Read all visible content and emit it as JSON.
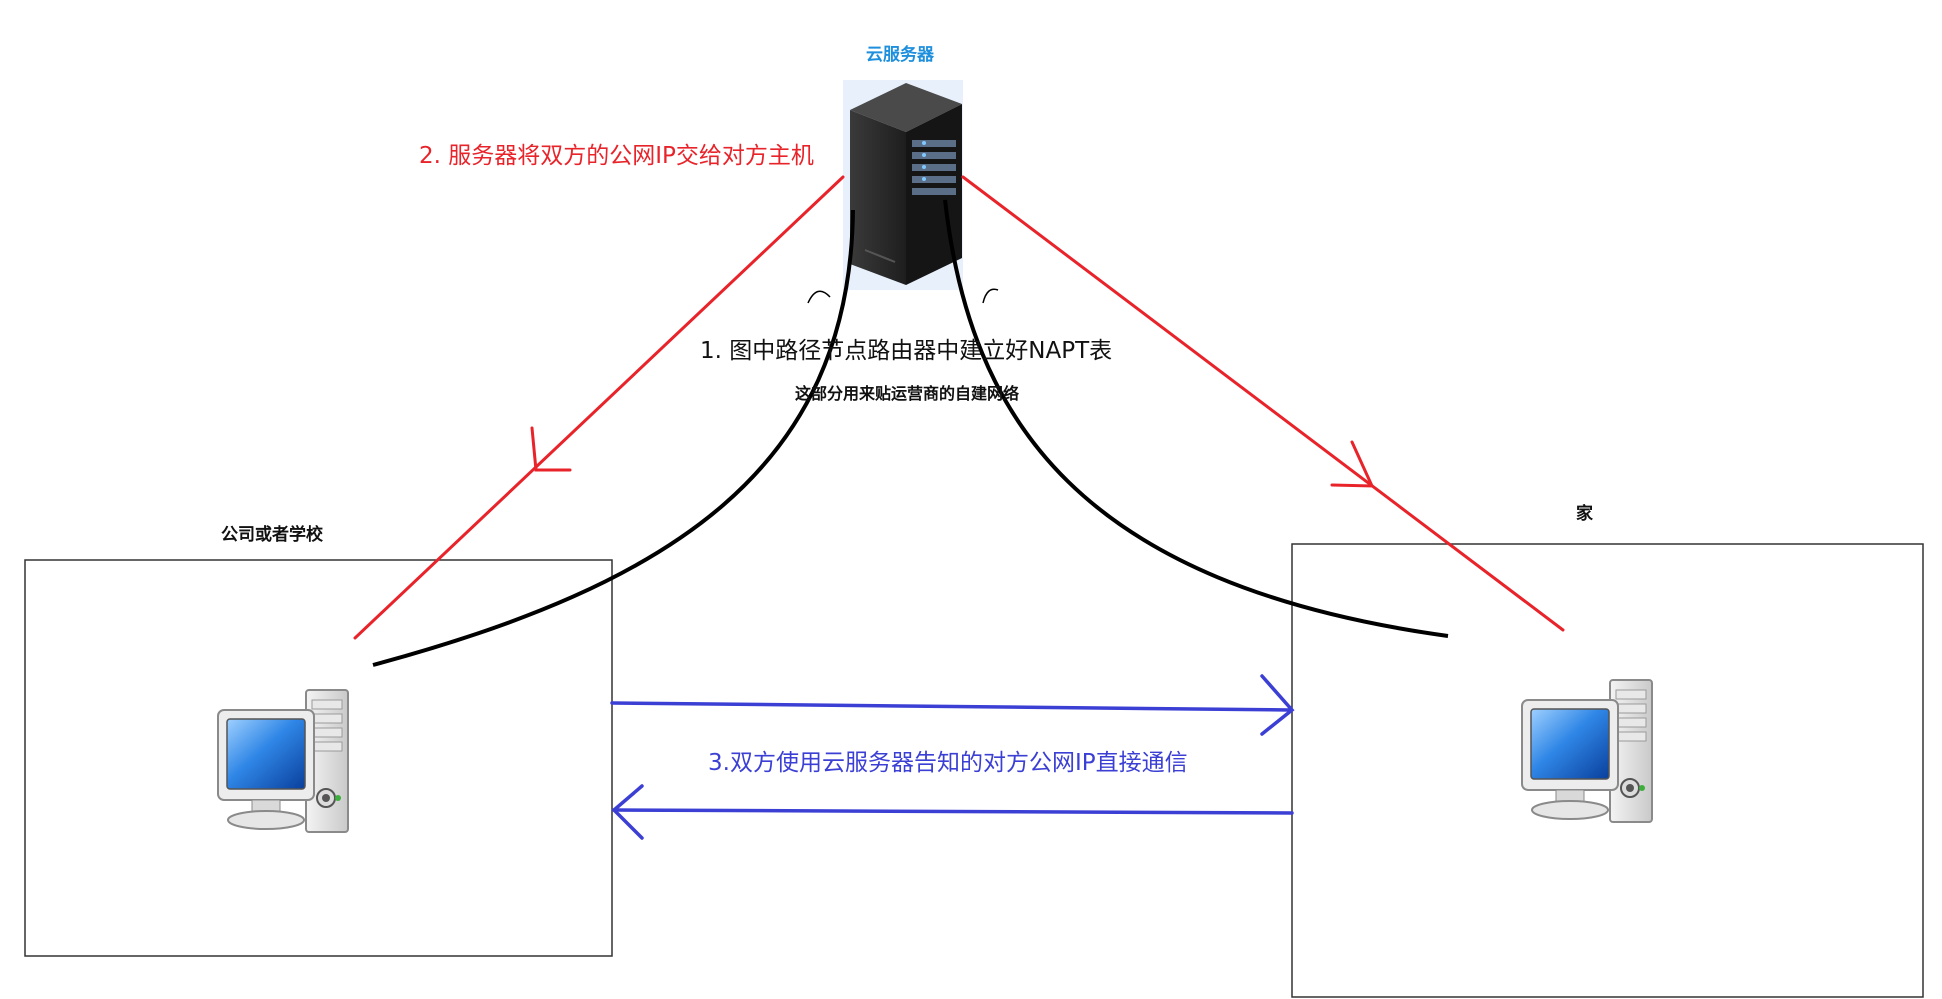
{
  "labels": {
    "server_title": "云服务器",
    "step2": "2. 服务器将双方的公网IP交给对方主机",
    "step1": "1. 图中路径节点路由器中建立好NAPT表",
    "carrier_note": "这部分用来贴运营商的自建网络",
    "company": "公司或者学校",
    "home": "家",
    "step3": "3.双方使用云服务器告知的对方公网IP直接通信"
  },
  "icons": {
    "server": "server-tower-icon",
    "computer_left": "desktop-computer-icon",
    "computer_right": "desktop-computer-icon"
  },
  "colors": {
    "server_title": "#1e8fdc",
    "step2_arrows": "#e8232a",
    "path_curves": "#000000",
    "step3_arrows": "#3b3fd4",
    "box_border": "#333333"
  }
}
